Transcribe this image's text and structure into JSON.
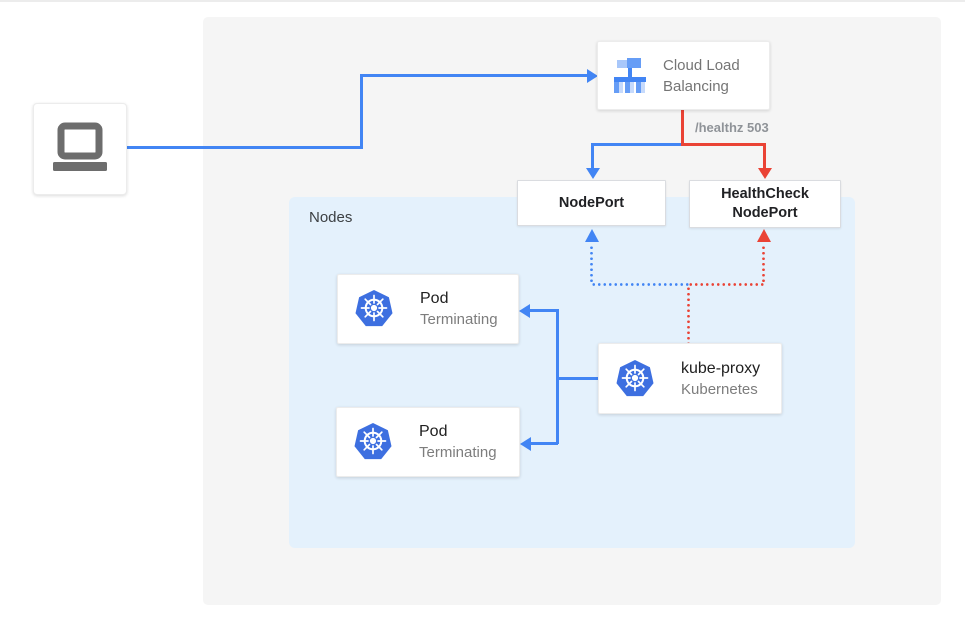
{
  "client": {
    "icon": "laptop-icon"
  },
  "load_balancer": {
    "icon": "load-balancer-icon",
    "label_line1": "Cloud Load",
    "label_line2": "Balancing"
  },
  "edge_labels": {
    "healthz": "/healthz 503"
  },
  "nodeport": {
    "label": "NodePort"
  },
  "healthcheck_nodeport": {
    "label_line1": "HealthCheck",
    "label_line2": "NodePort"
  },
  "nodes": {
    "label": "Nodes",
    "pods": [
      {
        "icon": "kubernetes-icon",
        "title": "Pod",
        "subtitle": "Terminating"
      },
      {
        "icon": "kubernetes-icon",
        "title": "Pod",
        "subtitle": "Terminating"
      }
    ],
    "kube_proxy": {
      "icon": "kubernetes-icon",
      "title": "kube-proxy",
      "subtitle": "Kubernetes"
    }
  },
  "colors": {
    "line_blue": "#4285f4",
    "line_red": "#ea4335",
    "panel_background": "#f5f5f5",
    "nodes_background": "#e4f1fc",
    "title_text": "#212121",
    "subtitle_text": "#757575"
  }
}
